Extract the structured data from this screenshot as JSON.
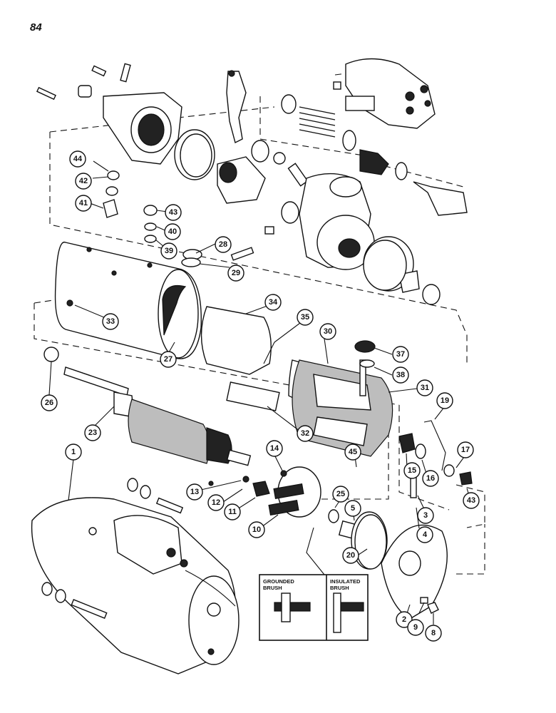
{
  "page_number": "84",
  "callouts": [
    {
      "id": "1",
      "label": "1"
    },
    {
      "id": "2",
      "label": "2"
    },
    {
      "id": "3",
      "label": "3"
    },
    {
      "id": "4",
      "label": "4"
    },
    {
      "id": "5",
      "label": "5"
    },
    {
      "id": "8",
      "label": "8"
    },
    {
      "id": "9",
      "label": "9"
    },
    {
      "id": "10",
      "label": "10"
    },
    {
      "id": "11",
      "label": "11"
    },
    {
      "id": "12",
      "label": "12"
    },
    {
      "id": "13",
      "label": "13"
    },
    {
      "id": "14",
      "label": "14"
    },
    {
      "id": "15",
      "label": "15"
    },
    {
      "id": "16",
      "label": "16"
    },
    {
      "id": "17",
      "label": "17"
    },
    {
      "id": "19",
      "label": "19"
    },
    {
      "id": "20",
      "label": "20"
    },
    {
      "id": "23",
      "label": "23"
    },
    {
      "id": "25",
      "label": "25"
    },
    {
      "id": "26",
      "label": "26"
    },
    {
      "id": "27",
      "label": "27"
    },
    {
      "id": "28",
      "label": "28"
    },
    {
      "id": "29",
      "label": "29"
    },
    {
      "id": "30",
      "label": "30"
    },
    {
      "id": "31",
      "label": "31"
    },
    {
      "id": "32",
      "label": "32"
    },
    {
      "id": "33",
      "label": "33"
    },
    {
      "id": "34",
      "label": "34"
    },
    {
      "id": "35",
      "label": "35"
    },
    {
      "id": "37",
      "label": "37"
    },
    {
      "id": "38",
      "label": "38"
    },
    {
      "id": "39",
      "label": "39"
    },
    {
      "id": "40",
      "label": "40"
    },
    {
      "id": "41",
      "label": "41"
    },
    {
      "id": "42",
      "label": "42"
    },
    {
      "id": "43a",
      "label": "43"
    },
    {
      "id": "43b",
      "label": "43"
    },
    {
      "id": "44",
      "label": "44"
    },
    {
      "id": "45",
      "label": "45"
    }
  ],
  "inset": {
    "grounded_label_line1": "GROUNDED",
    "grounded_label_line2": "BRUSH",
    "insulated_label_line1": "INSULATED",
    "insulated_label_line2": "BRUSH"
  }
}
